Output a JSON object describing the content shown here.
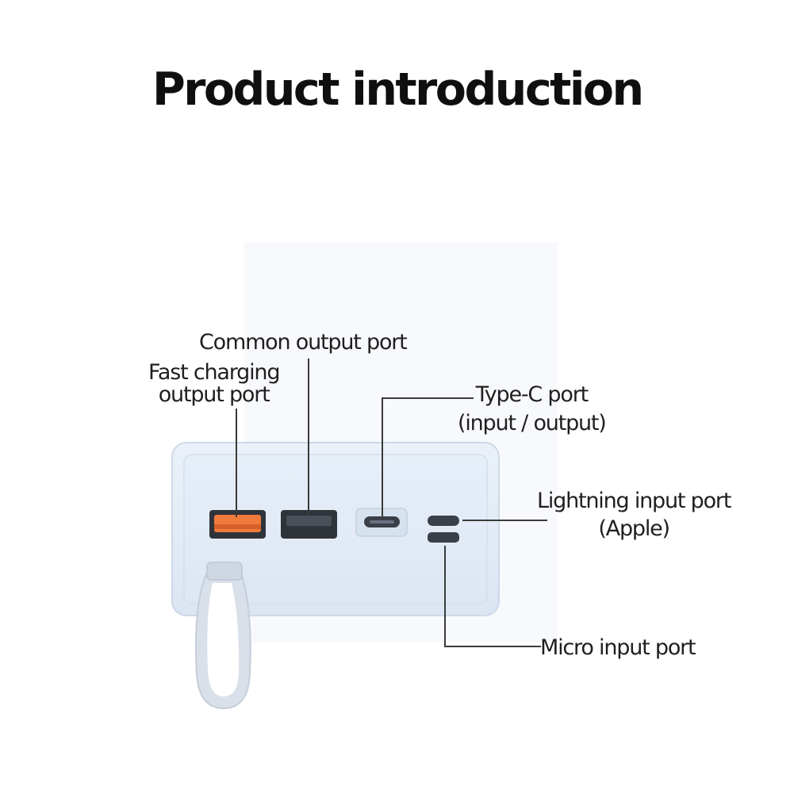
{
  "title": "Product introduction",
  "labels": {
    "common_output": "Common output port",
    "fast_charging_line1": "Fast charging",
    "fast_charging_line2": "output port",
    "type_c_line1": "Type-C port",
    "type_c_line2": "(input / output)",
    "lightning_line1": "Lightning input port",
    "lightning_line2": "(Apple)",
    "micro": "Micro input port"
  },
  "colors": {
    "body": "#e2ebf6",
    "body_edge": "#c9d6e6",
    "fast_port": "#f07a3a",
    "port_dark": "#3a3f48",
    "leader": "#3a3a3a",
    "lanyard": "#d6dde8"
  }
}
